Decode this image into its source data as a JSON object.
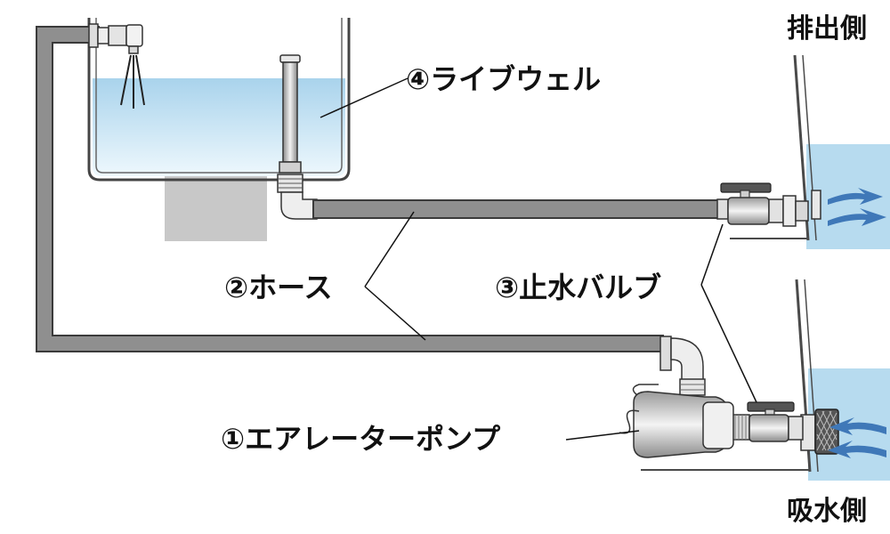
{
  "labels": {
    "livewell": "④ライブウェル",
    "hose": "②ホース",
    "valve": "③止水バルブ",
    "pump": "①エアレーターポンプ",
    "discharge_side": "排出側",
    "intake_side": "吸水側"
  },
  "colors": {
    "water": "#b7dbef",
    "water_light": "#dcf0fa",
    "hose": "#8f8f8f",
    "hose_edge": "#3a3a3a",
    "hull": "#4a4a4a",
    "support": "#c8c8c8",
    "arrow": "#3f78b8",
    "metal": "#d6d6d6"
  },
  "icons": {
    "sprayer": "spray-nozzle-icon",
    "pump": "pump-icon",
    "valve": "ball-valve-icon",
    "arrows": "flow-arrow-icon"
  }
}
